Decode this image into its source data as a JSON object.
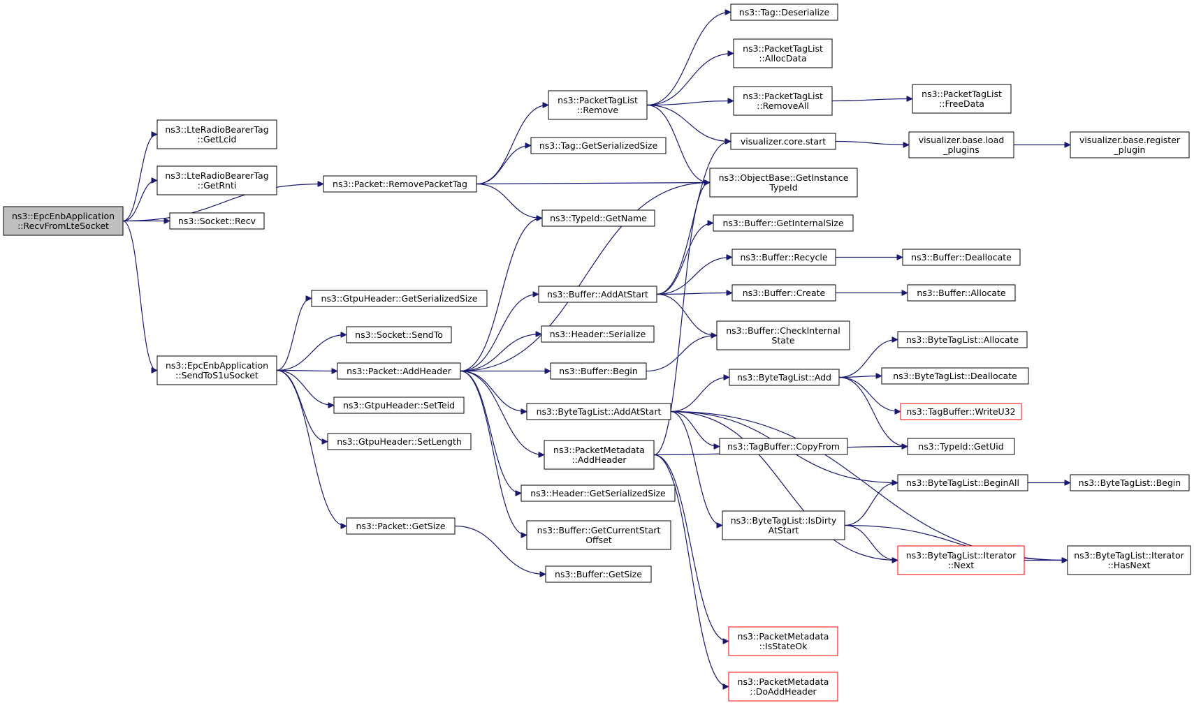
{
  "diagram": {
    "type": "call-graph",
    "colors": {
      "edge": "#191970",
      "root_fill": "#bfbfbf",
      "error_border": "#ff0000",
      "border": "#000000"
    },
    "nodes": [
      {
        "id": "recvFromLteSocket",
        "lines": [
          "ns3::EpcEnbApplication",
          "::RecvFromLteSocket"
        ],
        "style": "root"
      },
      {
        "id": "lteGetLcid",
        "lines": [
          "ns3::LteRadioBearerTag",
          "::GetLcid"
        ]
      },
      {
        "id": "lteGetRnti",
        "lines": [
          "ns3::LteRadioBearerTag",
          "::GetRnti"
        ]
      },
      {
        "id": "socketRecv",
        "lines": [
          "ns3::Socket::Recv"
        ]
      },
      {
        "id": "sendToS1u",
        "lines": [
          "ns3::EpcEnbApplication",
          "::SendToS1uSocket"
        ]
      },
      {
        "id": "removePacketTag",
        "lines": [
          "ns3::Packet::RemovePacketTag"
        ]
      },
      {
        "id": "ptlRemove",
        "lines": [
          "ns3::PacketTagList",
          "::Remove"
        ]
      },
      {
        "id": "tagDeserialize",
        "lines": [
          "ns3::Tag::Deserialize"
        ]
      },
      {
        "id": "ptlAllocData",
        "lines": [
          "ns3::PacketTagList",
          "::AllocData"
        ]
      },
      {
        "id": "ptlRemoveAll",
        "lines": [
          "ns3::PacketTagList",
          "::RemoveAll"
        ]
      },
      {
        "id": "ptlFreeData",
        "lines": [
          "ns3::PacketTagList",
          "::FreeData"
        ]
      },
      {
        "id": "vizCoreStart",
        "lines": [
          "visualizer.core.start"
        ]
      },
      {
        "id": "vizLoadPlugins",
        "lines": [
          "visualizer.base.load",
          "_plugins"
        ]
      },
      {
        "id": "vizRegisterPlugin",
        "lines": [
          "visualizer.base.register",
          "_plugin"
        ]
      },
      {
        "id": "tagGetSerSize",
        "lines": [
          "ns3::Tag::GetSerializedSize"
        ]
      },
      {
        "id": "objGetInstanceTypeId",
        "lines": [
          "ns3::ObjectBase::GetInstance",
          "TypeId"
        ]
      },
      {
        "id": "typeIdGetName",
        "lines": [
          "ns3::TypeId::GetName"
        ]
      },
      {
        "id": "bufGetInternalSize",
        "lines": [
          "ns3::Buffer::GetInternalSize"
        ]
      },
      {
        "id": "gtpuGetSerSize",
        "lines": [
          "ns3::GtpuHeader::GetSerializedSize"
        ]
      },
      {
        "id": "bufAddAtStart",
        "lines": [
          "ns3::Buffer::AddAtStart"
        ]
      },
      {
        "id": "bufRecycle",
        "lines": [
          "ns3::Buffer::Recycle"
        ]
      },
      {
        "id": "bufDeallocate",
        "lines": [
          "ns3::Buffer::Deallocate"
        ]
      },
      {
        "id": "bufCreate",
        "lines": [
          "ns3::Buffer::Create"
        ]
      },
      {
        "id": "bufAllocate",
        "lines": [
          "ns3::Buffer::Allocate"
        ]
      },
      {
        "id": "socketSendTo",
        "lines": [
          "ns3::Socket::SendTo"
        ]
      },
      {
        "id": "headerSerialize",
        "lines": [
          "ns3::Header::Serialize"
        ]
      },
      {
        "id": "bufCheckInternalState",
        "lines": [
          "ns3::Buffer::CheckInternal",
          "State"
        ]
      },
      {
        "id": "packetAddHeader",
        "lines": [
          "ns3::Packet::AddHeader"
        ]
      },
      {
        "id": "bufBegin",
        "lines": [
          "ns3::Buffer::Begin"
        ]
      },
      {
        "id": "btlAllocate",
        "lines": [
          "ns3::ByteTagList::Allocate"
        ]
      },
      {
        "id": "btlAdd",
        "lines": [
          "ns3::ByteTagList::Add"
        ]
      },
      {
        "id": "btlDeallocate",
        "lines": [
          "ns3::ByteTagList::Deallocate"
        ]
      },
      {
        "id": "gtpuSetTeid",
        "lines": [
          "ns3::GtpuHeader::SetTeid"
        ]
      },
      {
        "id": "btlAddAtStart",
        "lines": [
          "ns3::ByteTagList::AddAtStart"
        ]
      },
      {
        "id": "tbWriteU32",
        "lines": [
          "ns3::TagBuffer::WriteU32"
        ],
        "style": "red"
      },
      {
        "id": "gtpuSetLength",
        "lines": [
          "ns3::GtpuHeader::SetLength"
        ]
      },
      {
        "id": "pmAddHeader",
        "lines": [
          "ns3::PacketMetadata",
          "::AddHeader"
        ]
      },
      {
        "id": "tbCopyFrom",
        "lines": [
          "ns3::TagBuffer::CopyFrom"
        ]
      },
      {
        "id": "typeIdGetUid",
        "lines": [
          "ns3::TypeId::GetUid"
        ]
      },
      {
        "id": "btlBeginAll",
        "lines": [
          "ns3::ByteTagList::BeginAll"
        ]
      },
      {
        "id": "btlBegin",
        "lines": [
          "ns3::ByteTagList::Begin"
        ]
      },
      {
        "id": "headerGetSerSize",
        "lines": [
          "ns3::Header::GetSerializedSize"
        ]
      },
      {
        "id": "btlIsDirtyAtStart",
        "lines": [
          "ns3::ByteTagList::IsDirty",
          "AtStart"
        ]
      },
      {
        "id": "packetGetSize",
        "lines": [
          "ns3::Packet::GetSize"
        ]
      },
      {
        "id": "bufGetCurrentStartOffset",
        "lines": [
          "ns3::Buffer::GetCurrentStart",
          "Offset"
        ]
      },
      {
        "id": "btlIterNext",
        "lines": [
          "ns3::ByteTagList::Iterator",
          "::Next"
        ],
        "style": "red"
      },
      {
        "id": "btlIterHasNext",
        "lines": [
          "ns3::ByteTagList::Iterator",
          "::HasNext"
        ]
      },
      {
        "id": "bufGetSize",
        "lines": [
          "ns3::Buffer::GetSize"
        ]
      },
      {
        "id": "pmIsStateOk",
        "lines": [
          "ns3::PacketMetadata",
          "::IsStateOk"
        ],
        "style": "red"
      },
      {
        "id": "pmDoAddHeader",
        "lines": [
          "ns3::PacketMetadata",
          "::DoAddHeader"
        ],
        "style": "red"
      }
    ],
    "edges": [
      {
        "from": "recvFromLteSocket",
        "to": "lteGetLcid"
      },
      {
        "from": "recvFromLteSocket",
        "to": "lteGetRnti"
      },
      {
        "from": "recvFromLteSocket",
        "to": "socketRecv"
      },
      {
        "from": "recvFromLteSocket",
        "to": "removePacketTag"
      },
      {
        "from": "recvFromLteSocket",
        "to": "sendToS1u"
      },
      {
        "from": "removePacketTag",
        "to": "ptlRemove"
      },
      {
        "from": "removePacketTag",
        "to": "tagGetSerSize"
      },
      {
        "from": "removePacketTag",
        "to": "objGetInstanceTypeId"
      },
      {
        "from": "removePacketTag",
        "to": "typeIdGetName"
      },
      {
        "from": "ptlRemove",
        "to": "tagDeserialize"
      },
      {
        "from": "ptlRemove",
        "to": "ptlAllocData"
      },
      {
        "from": "ptlRemove",
        "to": "ptlRemoveAll"
      },
      {
        "from": "ptlRemove",
        "to": "vizCoreStart"
      },
      {
        "from": "ptlRemove",
        "to": "objGetInstanceTypeId"
      },
      {
        "from": "ptlRemoveAll",
        "to": "ptlFreeData"
      },
      {
        "from": "vizCoreStart",
        "to": "vizLoadPlugins"
      },
      {
        "from": "vizLoadPlugins",
        "to": "vizRegisterPlugin"
      },
      {
        "from": "sendToS1u",
        "to": "gtpuGetSerSize"
      },
      {
        "from": "sendToS1u",
        "to": "socketSendTo"
      },
      {
        "from": "sendToS1u",
        "to": "packetAddHeader"
      },
      {
        "from": "sendToS1u",
        "to": "gtpuSetTeid"
      },
      {
        "from": "sendToS1u",
        "to": "gtpuSetLength"
      },
      {
        "from": "sendToS1u",
        "to": "packetGetSize"
      },
      {
        "from": "packetAddHeader",
        "to": "typeIdGetName"
      },
      {
        "from": "packetAddHeader",
        "to": "objGetInstanceTypeId"
      },
      {
        "from": "packetAddHeader",
        "to": "bufAddAtStart"
      },
      {
        "from": "packetAddHeader",
        "to": "headerSerialize"
      },
      {
        "from": "packetAddHeader",
        "to": "bufBegin"
      },
      {
        "from": "packetAddHeader",
        "to": "btlAddAtStart"
      },
      {
        "from": "packetAddHeader",
        "to": "pmAddHeader"
      },
      {
        "from": "packetAddHeader",
        "to": "headerGetSerSize"
      },
      {
        "from": "packetAddHeader",
        "to": "bufGetCurrentStartOffset"
      },
      {
        "from": "bufAddAtStart",
        "to": "vizCoreStart"
      },
      {
        "from": "bufAddAtStart",
        "to": "bufGetInternalSize"
      },
      {
        "from": "bufAddAtStart",
        "to": "bufRecycle"
      },
      {
        "from": "bufAddAtStart",
        "to": "bufCreate"
      },
      {
        "from": "bufAddAtStart",
        "to": "bufCheckInternalState"
      },
      {
        "from": "bufRecycle",
        "to": "bufDeallocate"
      },
      {
        "from": "bufCreate",
        "to": "bufAllocate"
      },
      {
        "from": "bufBegin",
        "to": "bufCheckInternalState"
      },
      {
        "from": "btlAddAtStart",
        "to": "btlAdd"
      },
      {
        "from": "btlAddAtStart",
        "to": "tbCopyFrom"
      },
      {
        "from": "btlAddAtStart",
        "to": "btlBeginAll"
      },
      {
        "from": "btlAddAtStart",
        "to": "btlIsDirtyAtStart"
      },
      {
        "from": "btlAddAtStart",
        "to": "btlIterNext"
      },
      {
        "from": "btlAddAtStart",
        "to": "btlIterHasNext"
      },
      {
        "from": "btlAdd",
        "to": "btlAllocate"
      },
      {
        "from": "btlAdd",
        "to": "btlDeallocate"
      },
      {
        "from": "btlAdd",
        "to": "tbWriteU32"
      },
      {
        "from": "btlAdd",
        "to": "typeIdGetUid"
      },
      {
        "from": "btlBeginAll",
        "to": "btlBegin"
      },
      {
        "from": "btlIsDirtyAtStart",
        "to": "btlBeginAll"
      },
      {
        "from": "btlIsDirtyAtStart",
        "to": "btlIterNext"
      },
      {
        "from": "btlIsDirtyAtStart",
        "to": "btlIterHasNext"
      },
      {
        "from": "btlIterNext",
        "to": "btlIterHasNext"
      },
      {
        "from": "pmAddHeader",
        "to": "objGetInstanceTypeId"
      },
      {
        "from": "pmAddHeader",
        "to": "typeIdGetUid"
      },
      {
        "from": "pmAddHeader",
        "to": "pmIsStateOk"
      },
      {
        "from": "pmAddHeader",
        "to": "pmDoAddHeader"
      },
      {
        "from": "packetGetSize",
        "to": "bufGetSize"
      }
    ]
  }
}
